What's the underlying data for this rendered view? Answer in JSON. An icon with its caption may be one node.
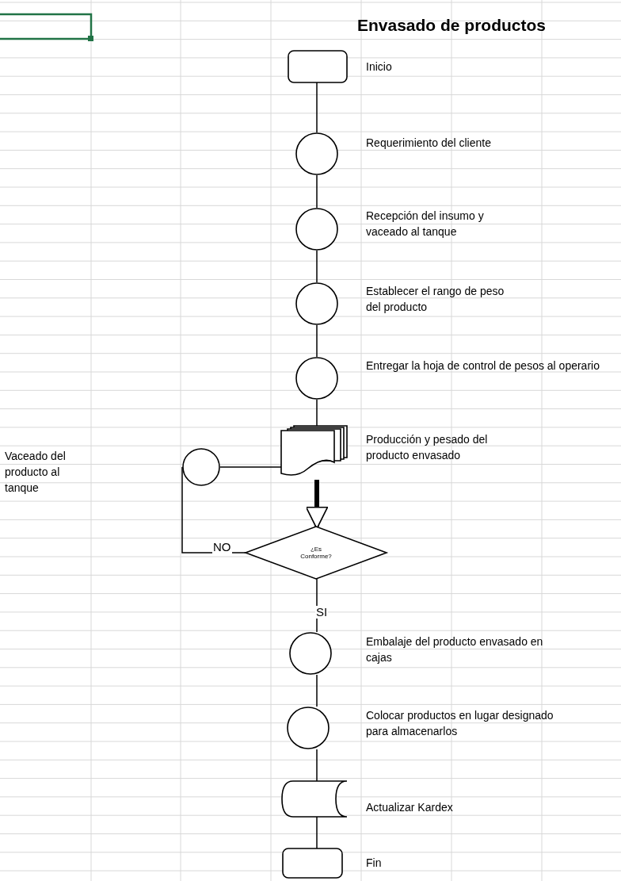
{
  "diagram": {
    "title": "Envasado de productos",
    "nodes": [
      {
        "text": [],
        "shape": "box",
        "beside": [
          "Inicio"
        ]
      },
      {
        "text": [],
        "shape": "circle",
        "beside": [
          "Requerimiento del cliente"
        ]
      },
      {
        "text": [],
        "shape": "circle",
        "beside": [
          "Recepción del insumo y vaceado al tanque"
        ]
      },
      {
        "text": [],
        "shape": "circle",
        "beside": [
          "Establecer el rango de peso del producto"
        ]
      },
      {
        "text": [],
        "shape": "circle",
        "beside": [
          "Entregar la hoja de control de pesos al operario"
        ]
      },
      {
        "text": [],
        "shape": "document",
        "beside": [
          "Producción y pesado del producto envasado"
        ]
      },
      {
        "text": [],
        "shape": "circle"
      },
      {
        "text": [
          "¿Es Conforme?"
        ]
      },
      {
        "text": [],
        "shape": "circle",
        "beside": [
          "Embalaje del producto envasado en cajas"
        ]
      },
      {
        "text": [],
        "shape": "circle",
        "beside": [
          "Colocar productos en lugar designado para almacenarlos"
        ]
      },
      {
        "text": [],
        "shape": "cylinder",
        "beside": [
          "Actualizar Kardex"
        ]
      },
      {
        "text": [],
        "shape": "box",
        "beside": [
          "Fin"
        ]
      }
    ],
    "edges": [
      {
        "from": 0,
        "to": 1,
        "arrow": "none"
      },
      {
        "from": 1,
        "to": 2,
        "arrow": "none"
      },
      {
        "from": 2,
        "to": 3,
        "arrow": "none"
      },
      {
        "from": 3,
        "to": 4,
        "arrow": "none"
      },
      {
        "from": 4,
        "to": 5,
        "arrow": "none"
      },
      {
        "from": 5,
        "to": 7,
        "arrow": "to",
        "style": "thick"
      },
      {
        "from": 7,
        "to": 6,
        "arrow": "none",
        "label": "NO"
      },
      {
        "from": 6,
        "to": 5,
        "arrow": "none"
      },
      {
        "from": 7,
        "to": 8,
        "arrow": "none",
        "label": "SI"
      },
      {
        "from": 8,
        "to": 9,
        "arrow": "none"
      },
      {
        "from": 9,
        "to": 10,
        "arrow": "none"
      },
      {
        "from": 10,
        "to": 11,
        "arrow": "none"
      }
    ],
    "labels": [
      "Vaceado del producto al tanque"
    ]
  }
}
